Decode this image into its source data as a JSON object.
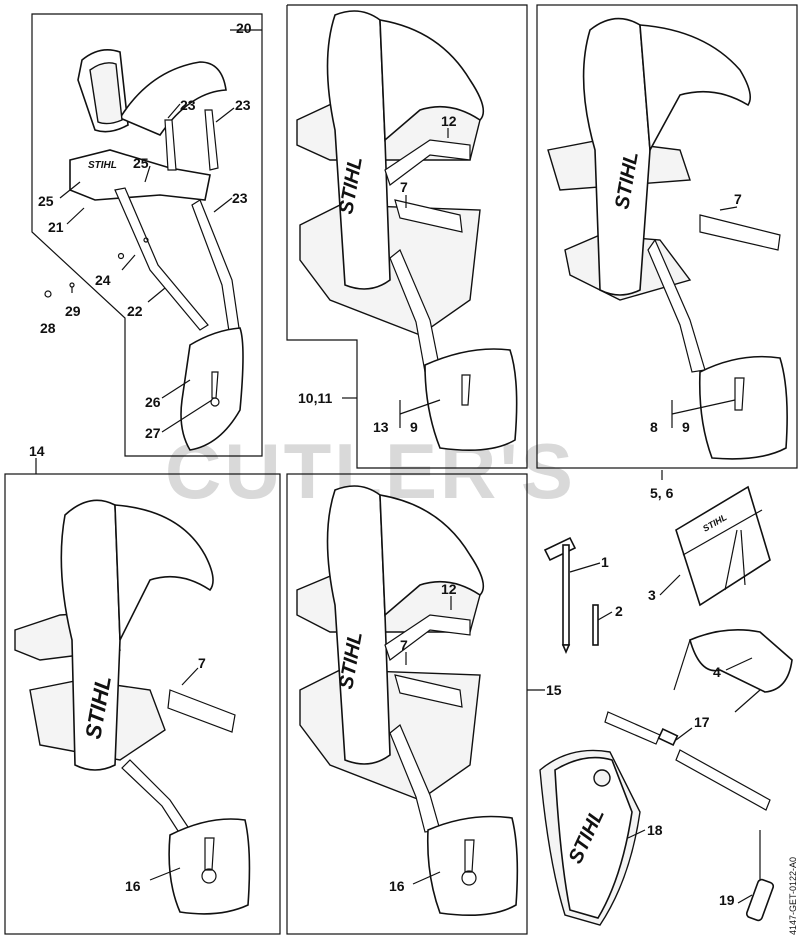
{
  "watermark": "CUTLER'S",
  "brand": "STIHL",
  "drawing_code": "4147-GET-0122-A0",
  "callouts": {
    "c1": "1",
    "c2": "2",
    "c3": "3",
    "c4": "4",
    "c5_6": "5, 6",
    "c7a": "7",
    "c7b": "7",
    "c7c": "7",
    "c7d": "7",
    "c8": "8",
    "c9a": "9",
    "c9b": "9",
    "c10_11": "10,11",
    "c12a": "12",
    "c12b": "12",
    "c13": "13",
    "c14": "14",
    "c15": "15",
    "c16a": "16",
    "c16b": "16",
    "c17": "17",
    "c18": "18",
    "c19": "19",
    "c20": "20",
    "c21": "21",
    "c22": "22",
    "c23a": "23",
    "c23b": "23",
    "c23c": "23",
    "c24": "24",
    "c25a": "25",
    "c25b": "25",
    "c26": "26",
    "c27": "27",
    "c28": "28",
    "c29": "29"
  }
}
